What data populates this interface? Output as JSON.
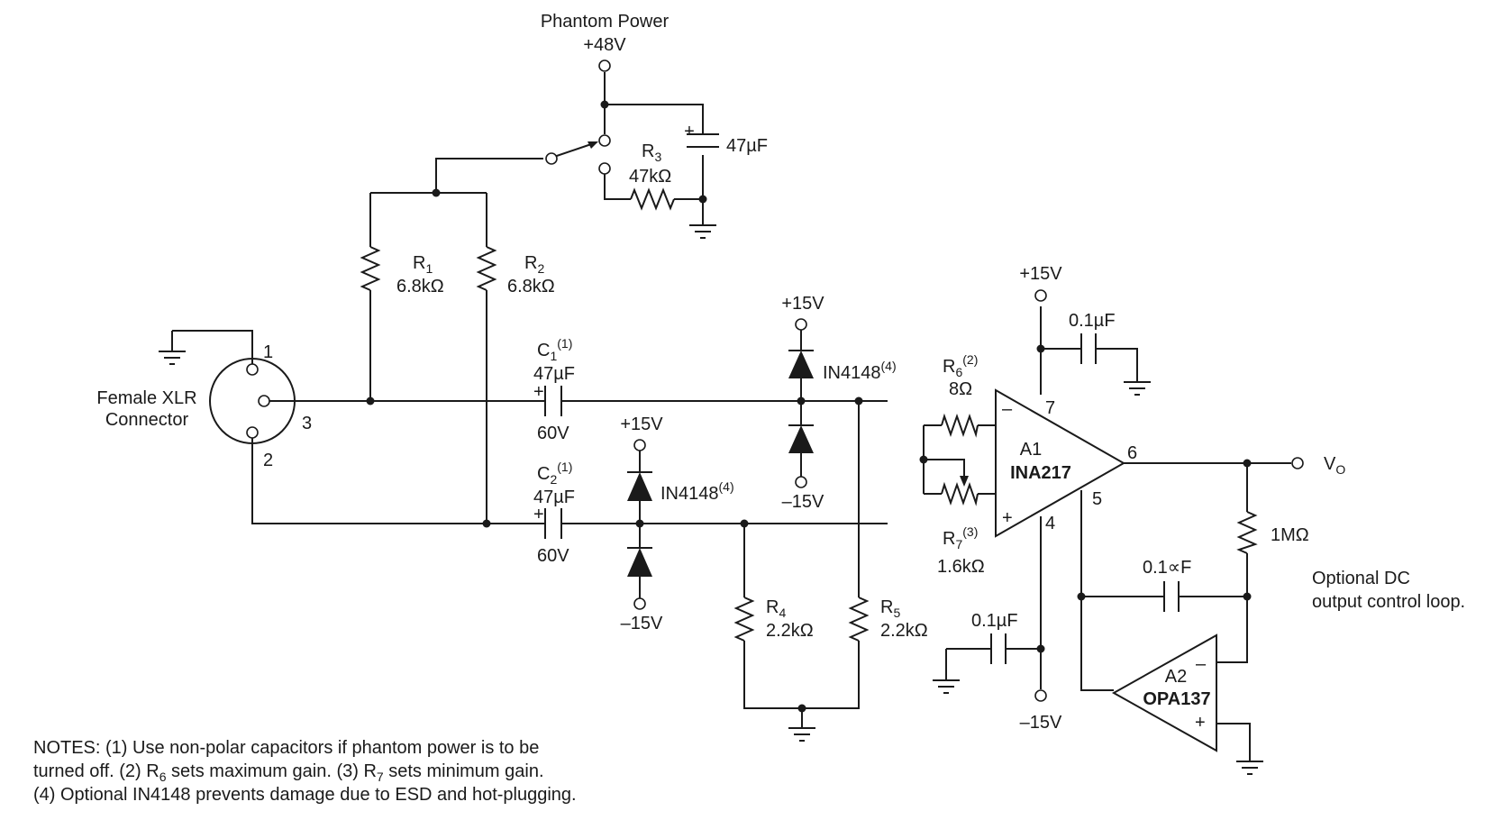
{
  "phantom": {
    "title": "Phantom Power",
    "voltage": "+48V"
  },
  "c3": {
    "polarity": "+",
    "value": "47µF"
  },
  "r3": {
    "name": "R",
    "sub": "3",
    "value": "47kΩ"
  },
  "r1": {
    "name": "R",
    "sub": "1",
    "value": "6.8kΩ"
  },
  "r2": {
    "name": "R",
    "sub": "2",
    "value": "6.8kΩ"
  },
  "xlr": {
    "label_line1": "Female XLR",
    "label_line2": "Connector",
    "pin1": "1",
    "pin2": "2",
    "pin3": "3"
  },
  "c1": {
    "name": "C",
    "sub": "1",
    "note": "(1)",
    "value": "47µF",
    "polarity": "+",
    "voltage": "60V"
  },
  "c2": {
    "name": "C",
    "sub": "2",
    "note": "(1)",
    "value": "47µF",
    "polarity": "+",
    "voltage": "60V"
  },
  "d_top": {
    "rail_pos": "+15V",
    "rail_neg": "–15V",
    "part": "IN4148",
    "note": "(4)"
  },
  "d_bot": {
    "rail_pos": "+15V",
    "rail_neg": "–15V",
    "part": "IN4148",
    "note": "(4)"
  },
  "r6": {
    "name": "R",
    "sub": "6",
    "note": "(2)",
    "value": "8Ω"
  },
  "r7": {
    "name": "R",
    "sub": "7",
    "note": "(3)",
    "value": "1.6kΩ"
  },
  "r4": {
    "name": "R",
    "sub": "4",
    "value": "2.2kΩ"
  },
  "r5": {
    "name": "R",
    "sub": "5",
    "value": "2.2kΩ"
  },
  "a1": {
    "ref": "A1",
    "part": "INA217",
    "inv": "–",
    "noninv": "+",
    "pin7": "7",
    "pin6": "6",
    "pin5": "5",
    "pin4": "4",
    "supply_pos": "+15V",
    "supply_neg": "–15V",
    "bypass_pos": "0.1µF",
    "bypass_neg": "0.1µF"
  },
  "output": {
    "label": "V",
    "sub": "O",
    "load": "1MΩ"
  },
  "loop": {
    "cap": "0.1∝F",
    "ref": "A2",
    "part": "OPA137",
    "inv": "–",
    "noninv": "+",
    "caption_line1": "Optional DC",
    "caption_line2": "output control loop."
  },
  "notes": {
    "line1": "NOTES: (1) Use non-polar capacitors if phantom power is to be",
    "line2_a": "turned off. (2) R",
    "line2_sub1": "6",
    "line2_b": " sets maximum gain. (3) R",
    "line2_sub2": "7",
    "line2_c": " sets minimum gain.",
    "line3": "(4) Optional IN4148 prevents damage due to ESD and hot-plugging."
  }
}
